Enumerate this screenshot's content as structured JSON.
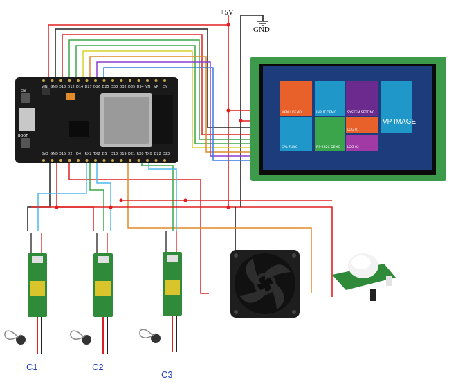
{
  "rails": {
    "vcc": "+5V",
    "gnd": "GND"
  },
  "esp32": {
    "top_pins": [
      "VIN",
      "GND",
      "D13",
      "D12",
      "D14",
      "D27",
      "D26",
      "D25",
      "D33",
      "D32",
      "D35",
      "D34",
      "VN",
      "VP",
      "EN"
    ],
    "bottom_pins": [
      "3V3",
      "GND",
      "D15",
      "D2",
      "D4",
      "RX2",
      "TX2",
      "D5",
      "D18",
      "D19",
      "D21",
      "RX0",
      "TX0",
      "D22",
      "D23"
    ],
    "silk": {
      "en_button": "EN",
      "boot_button": "BOOT"
    }
  },
  "display": {
    "tiles": [
      {
        "label": "MENU DEMO",
        "color": "#e8612b"
      },
      {
        "label": "INPUT DEMO",
        "color": "#1f97c9"
      },
      {
        "label": "SYSTEM SETTING",
        "color": "#6a2a8e"
      },
      {
        "label": "VP IMAGE",
        "color": "#1f97c9"
      },
      {
        "label": "CAL FUNC",
        "color": "#1f97c9"
      },
      {
        "label": "RS-232C DEMO",
        "color": "#3aa54a"
      },
      {
        "label": "LOG 01",
        "color": "#e8612b"
      },
      {
        "label": "LOG 02",
        "color": "#a23aa5"
      }
    ]
  },
  "sensors": {
    "labels": [
      "C1",
      "C2",
      "C3"
    ]
  },
  "wire_colors": {
    "red": "#e02020",
    "green": "#3aa64a",
    "orange": "#e08a2a",
    "yellow": "#d8d02a",
    "purple": "#8a3fd0",
    "blue": "#3a78e0",
    "skyblue": "#4fb8ee",
    "black": "#222222",
    "gray": "#8a8a8a"
  }
}
